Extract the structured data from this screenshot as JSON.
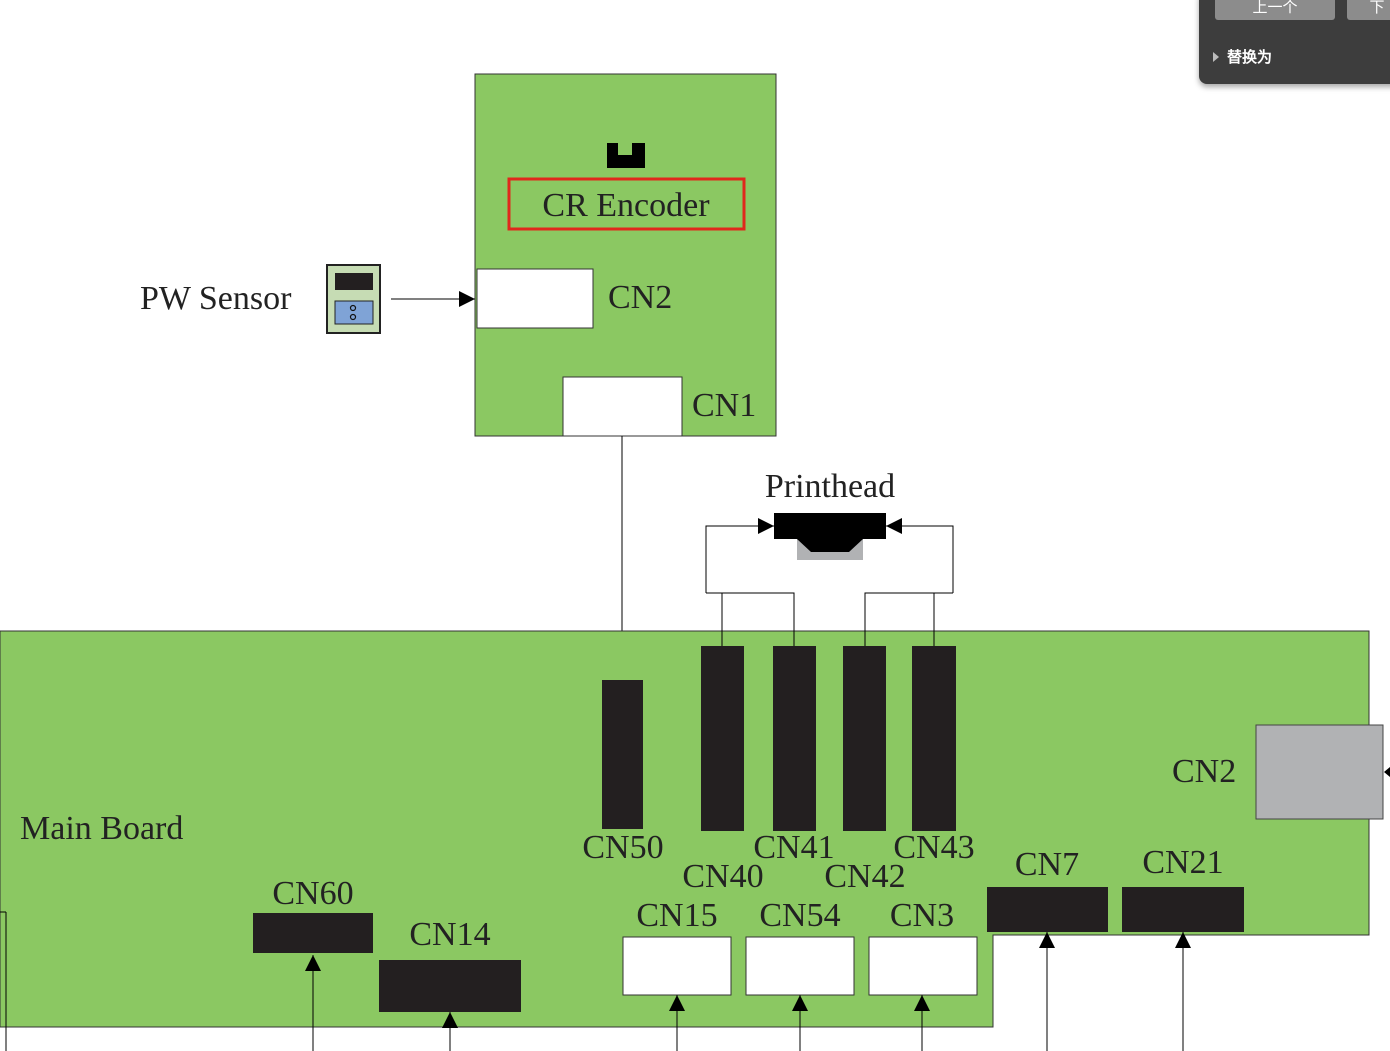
{
  "colors": {
    "board_green": "#8bc862",
    "connector_black": "#231f20",
    "highlight_red": "#e0281c",
    "connector_gray": "#b1b2b4",
    "panel_dark": "#3d3d3d"
  },
  "labels": {
    "cr_encoder": "CR Encoder",
    "pw_sensor": "PW Sensor",
    "printhead": "Printhead",
    "main_board": "Main Board",
    "cr_cn2": "CN2",
    "cr_cn1": "CN1",
    "mb_cn2": "CN2",
    "cn50": "CN50",
    "cn40": "CN40",
    "cn41": "CN41",
    "cn42": "CN42",
    "cn43": "CN43",
    "cn60": "CN60",
    "cn14": "CN14",
    "cn15": "CN15",
    "cn54": "CN54",
    "cn3": "CN3",
    "cn7": "CN7",
    "cn21": "CN21"
  },
  "find_panel": {
    "prev_label": "上一个",
    "next_label": "下",
    "replace_label": "替换为",
    "replace_icon": "triangle-right-icon"
  }
}
